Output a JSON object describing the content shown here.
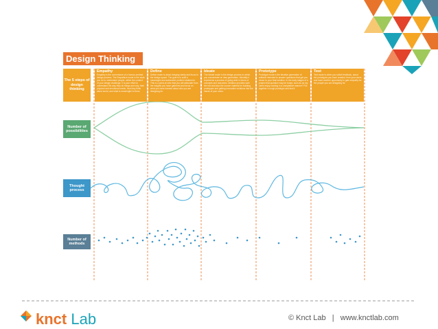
{
  "title": "Design Thinking",
  "row_labels": {
    "steps": "The 5 steps of design thinking",
    "possibilities": "Number of possibilities",
    "thought": "Thought process",
    "methods": "Number of methods"
  },
  "steps": [
    {
      "name": "Empathy",
      "desc": "Empathy is the cornerstone of a human-centred design process. The Empathize mode is the work you do to understand people, within the context of your design challenge. It is your effort to understand the way they do things and why, their physical and emotional needs, how they think about world, and what is meaningful to them."
    },
    {
      "name": "Define",
      "desc": "Define mode is about bringing clarity and focus to the design space. The goal is to craft a meaningful and actionable problem statement. This is a point-of-view that you will articulate from the insights you have gathered and focus on what you have learned about who you are designing for."
    },
    {
      "name": "Ideate",
      "desc": "The Ideate mode is the design process in which you concentrate on idea generation. Mentally it represents a process of going wide in terms of concepts and outcomes. Ideation provides both the fuel and also the source material for building prototypes and getting innovative solutions into the hands of your users."
    },
    {
      "name": "Prototype",
      "desc": "Prototype mode is the iterative generation of artifacts intended to answer questions that get you closer to your final solution. In the early stages of a project that question may be broad, such as do my users enjoy cooking in a competitive manner? Put together a rough prototype and test it."
    },
    {
      "name": "Test",
      "desc": "Test mode is when you solicit feedback, about the prototypes you have created, from your users and have another opportunity to gain empathy for the people you are designing for."
    }
  ],
  "footer": {
    "brand_main": "knct",
    "brand_sub": "Lab",
    "copyright": "© Knct Lab   |   www.knctlab.com"
  },
  "colors": {
    "orange": "#e8742c",
    "step_yellow": "#f0a428",
    "green": "#5aa872",
    "blue": "#3d97c9",
    "slate": "#5a7f96",
    "teal": "#1aa3b8"
  }
}
